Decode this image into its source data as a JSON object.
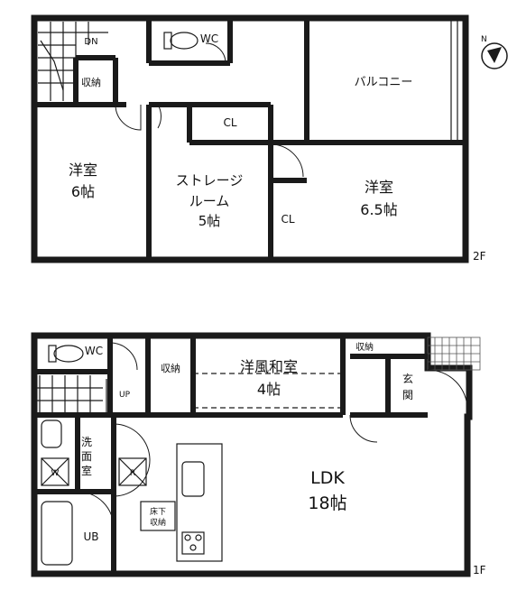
{
  "floors": {
    "second": {
      "label": "2F",
      "rooms": {
        "dn": "DN",
        "wc": "WC",
        "storage": "収納",
        "cl_top": "CL",
        "balcony": "バルコニー",
        "western_6": [
          "洋室",
          "6帖"
        ],
        "storage_room": [
          "ストレージ",
          "ルーム",
          "5帖"
        ],
        "cl_small": "CL",
        "western_65": [
          "洋室",
          "6.5帖"
        ]
      }
    },
    "first": {
      "label": "1F",
      "rooms": {
        "wc": "WC",
        "storage_left": "収納",
        "japanese": [
          "洋風和室",
          "4帖"
        ],
        "storage_top": "収納",
        "entrance": [
          "玄",
          "関"
        ],
        "up": "UP",
        "washroom": [
          "洗",
          "面",
          "室"
        ],
        "w_mark": "W",
        "r_mark": "R",
        "underfloor": [
          "床下",
          "収納"
        ],
        "ldk": [
          "LDK",
          "18帖"
        ],
        "ub": "UB"
      }
    }
  },
  "compass": {
    "label": "N"
  }
}
